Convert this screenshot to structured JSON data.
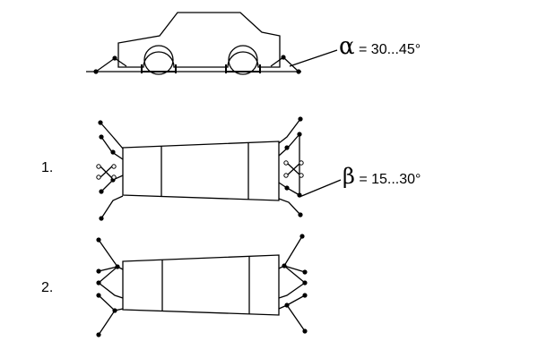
{
  "annotations": {
    "alpha_symbol": "α",
    "alpha_text": " = 30...45°",
    "beta_symbol": "β",
    "beta_text": " = 15...30°"
  },
  "configurations": [
    {
      "label": "1."
    },
    {
      "label": "2."
    }
  ]
}
